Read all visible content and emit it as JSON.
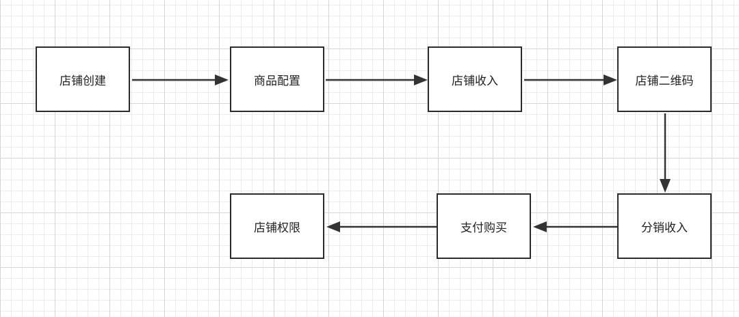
{
  "diagram": {
    "nodes": [
      {
        "id": "store-create",
        "label": "店铺创建"
      },
      {
        "id": "product-config",
        "label": "商品配置"
      },
      {
        "id": "store-income",
        "label": "店铺收入"
      },
      {
        "id": "store-qrcode",
        "label": "店铺二维码"
      },
      {
        "id": "distribution-income",
        "label": "分销收入"
      },
      {
        "id": "payment-purchase",
        "label": "支付购买"
      },
      {
        "id": "store-permission",
        "label": "店铺权限"
      }
    ],
    "edges": [
      {
        "from": "store-create",
        "to": "product-config"
      },
      {
        "from": "product-config",
        "to": "store-income"
      },
      {
        "from": "store-income",
        "to": "store-qrcode"
      },
      {
        "from": "store-qrcode",
        "to": "distribution-income"
      },
      {
        "from": "distribution-income",
        "to": "payment-purchase"
      },
      {
        "from": "payment-purchase",
        "to": "store-permission"
      }
    ],
    "colors": {
      "stroke": "#2b2b2b",
      "arrow": "#333333",
      "grid_major": "#d6d6d6",
      "grid_minor": "#ececec"
    }
  }
}
